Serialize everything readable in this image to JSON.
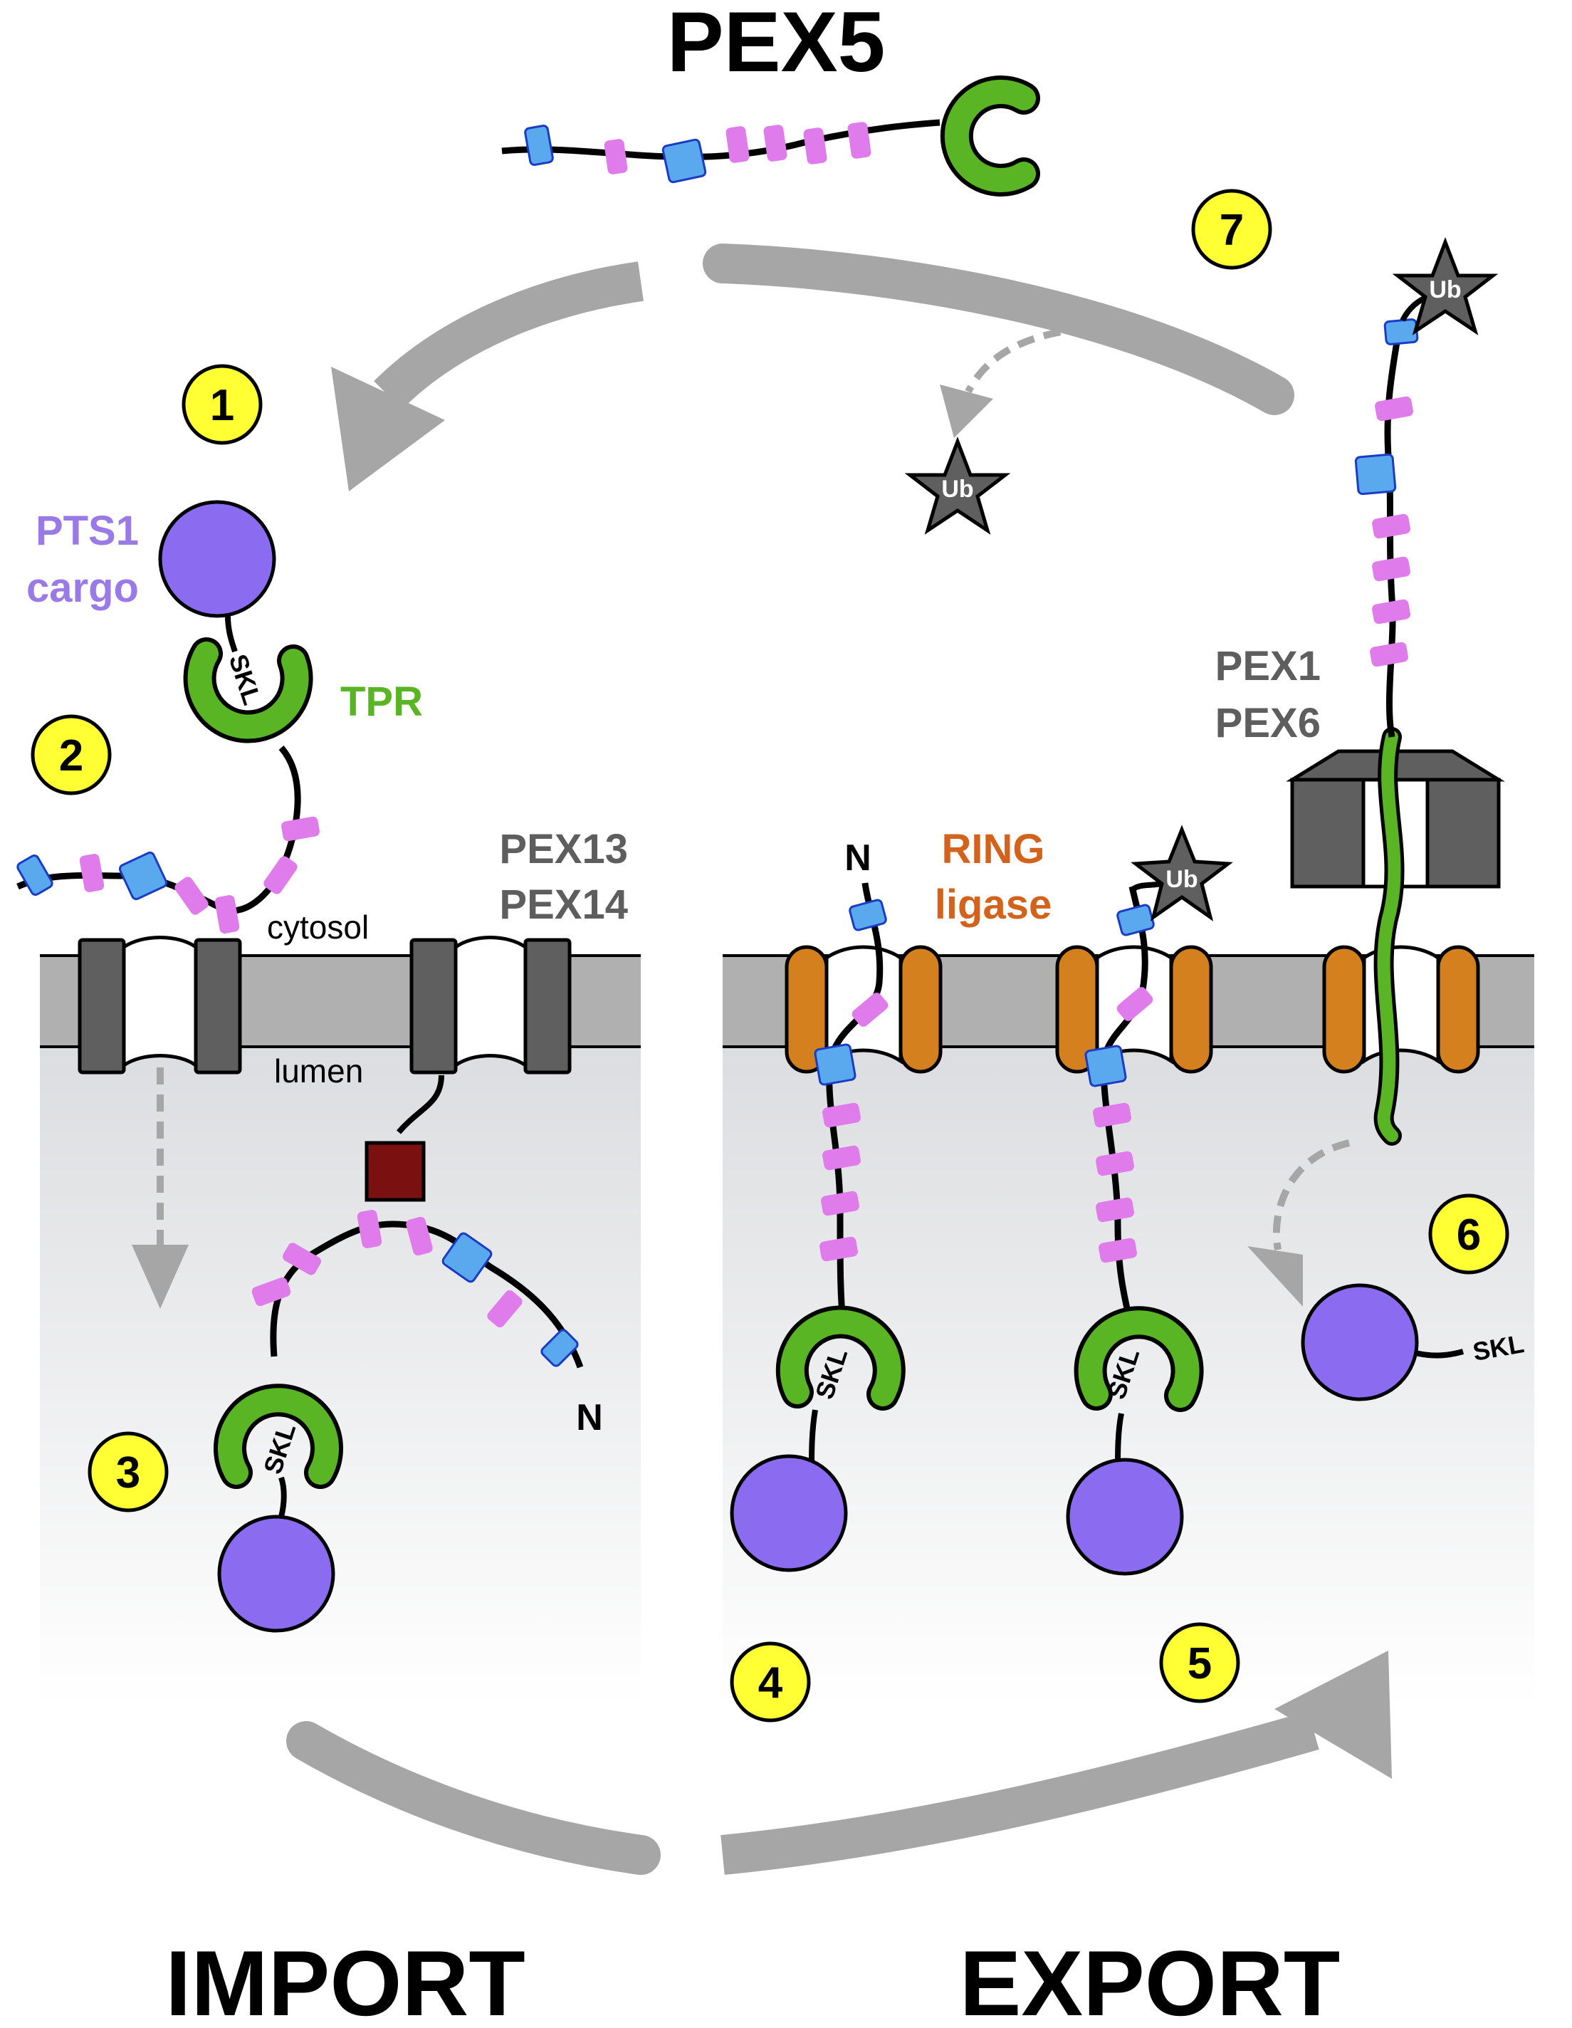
{
  "title": "PEX5",
  "bottom_labels": {
    "import": "IMPORT",
    "export": "EXPORT"
  },
  "steps": [
    "1",
    "2",
    "3",
    "4",
    "5",
    "6",
    "7"
  ],
  "labels": {
    "pts1_line1": "PTS1",
    "pts1_line2": "cargo",
    "tpr": "TPR",
    "pex13": "PEX13",
    "pex14": "PEX14",
    "cytosol": "cytosol",
    "lumen": "lumen",
    "ring_line1": "RING",
    "ring_line2": "ligase",
    "pex1": "PEX1",
    "pex6": "PEX6",
    "ub": "Ub",
    "skl": "SKL",
    "n_terminus": "N"
  },
  "colors": {
    "tpr_green": "#5ab524",
    "cargo_purple": "#8b6cf0",
    "cargo_label": "#9a7ae6",
    "motif_pink": "#df7bea",
    "motif_blue": "#5aa9ee",
    "ring_orange": "#d4801e",
    "ring_text": "#d3621c",
    "pex14_box": "#7a1010",
    "pore_grey": "#5f5f5f",
    "membrane_grey": "#b0b0b0",
    "arrow_grey": "#a6a6a6",
    "badge_yellow": "#ffff33",
    "label_grey": "#5e5e5e"
  }
}
